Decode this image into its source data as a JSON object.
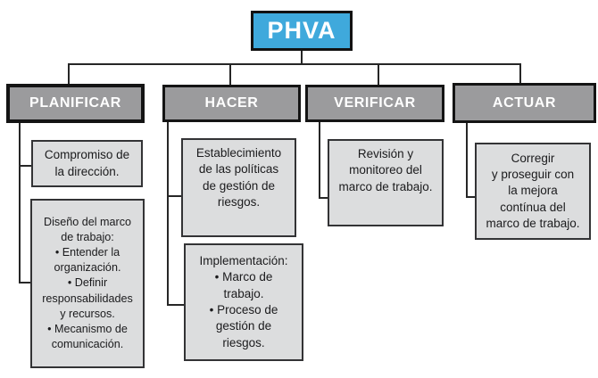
{
  "diagram": {
    "root": {
      "label": "PHVA"
    },
    "colors": {
      "root_fill": "#3fa9dc",
      "header_fill": "#9b9b9d",
      "child_fill": "#dcddde",
      "border": "#141414",
      "root_text": "#ffffff",
      "header_text": "#ffffff",
      "child_text": "#1b1b1d"
    },
    "columns": [
      {
        "header": "PLANIFICAR",
        "boxes": [
          "Compromiso de\nla dirección.",
          "Diseño del marco\nde trabajo:\n• Entender la\norganización.\n• Definir\nresponsabilidades\ny recursos.\n• Mecanismo de\ncomunicación."
        ]
      },
      {
        "header": "HACER",
        "boxes": [
          "Establecimiento\nde las políticas\nde gestión de\nriesgos.",
          "Implementación:\n• Marco de\ntrabajo.\n• Proceso de\ngestión de\nriesgos."
        ]
      },
      {
        "header": "VERIFICAR",
        "boxes": [
          "Revisión y\nmonitoreo del\nmarco de trabajo."
        ]
      },
      {
        "header": "ACTUAR",
        "boxes": [
          "Corregir\ny proseguir con\nla mejora\ncontínua del\nmarco de trabajo."
        ]
      }
    ]
  }
}
